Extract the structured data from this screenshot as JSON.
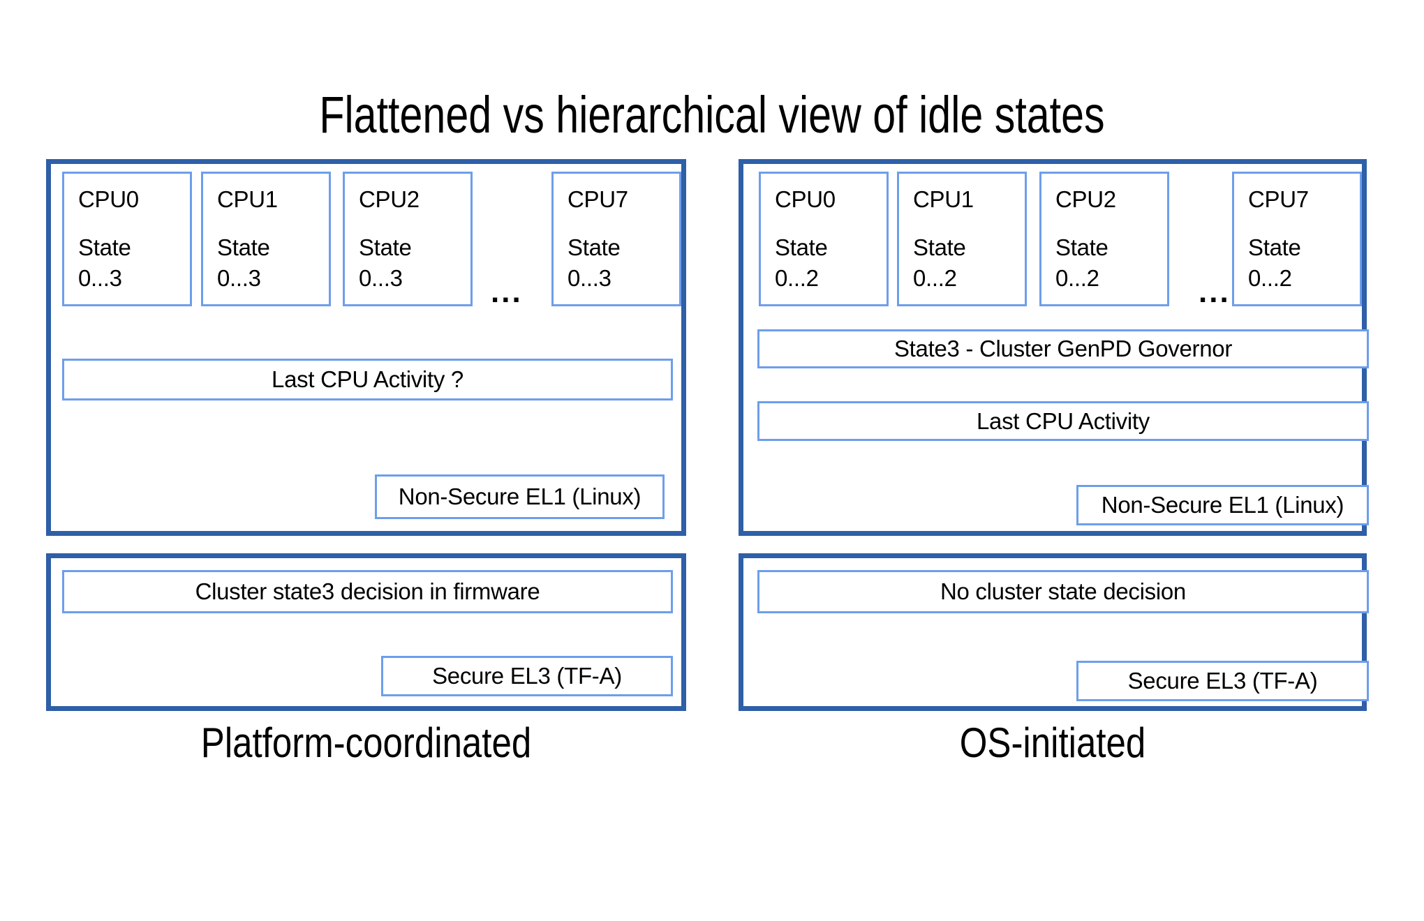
{
  "title": "Flattened vs hierarchical view of idle states",
  "colors": {
    "outer_border": "#2e5fa7",
    "inner_border": "#6d9eeb",
    "background": "#ffffff",
    "text": "#000000"
  },
  "left": {
    "caption": "Platform-coordinated",
    "cpus": [
      {
        "name": "CPU0",
        "state_label": "State",
        "state_range": "0...3"
      },
      {
        "name": "CPU1",
        "state_label": "State",
        "state_range": "0...3"
      },
      {
        "name": "CPU2",
        "state_label": "State",
        "state_range": "0...3"
      },
      {
        "name": "CPU7",
        "state_label": "State",
        "state_range": "0...3"
      }
    ],
    "ellipsis": "...",
    "activity_label": "Last CPU Activity ?",
    "el1_label": "Non-Secure EL1 (Linux)",
    "decision_label": "Cluster state3 decision in firmware",
    "el3_label": "Secure EL3 (TF-A)"
  },
  "right": {
    "caption": "OS-initiated",
    "cpus": [
      {
        "name": "CPU0",
        "state_label": "State",
        "state_range": "0...2"
      },
      {
        "name": "CPU1",
        "state_label": "State",
        "state_range": "0...2"
      },
      {
        "name": "CPU2",
        "state_label": "State",
        "state_range": "0...2"
      },
      {
        "name": "CPU7",
        "state_label": "State",
        "state_range": "0...2"
      }
    ],
    "ellipsis": "...",
    "governor_label": "State3 - Cluster GenPD Governor",
    "activity_label": "Last CPU Activity",
    "el1_label": "Non-Secure EL1 (Linux)",
    "decision_label": "No cluster state decision",
    "el3_label": "Secure EL3 (TF-A)"
  }
}
